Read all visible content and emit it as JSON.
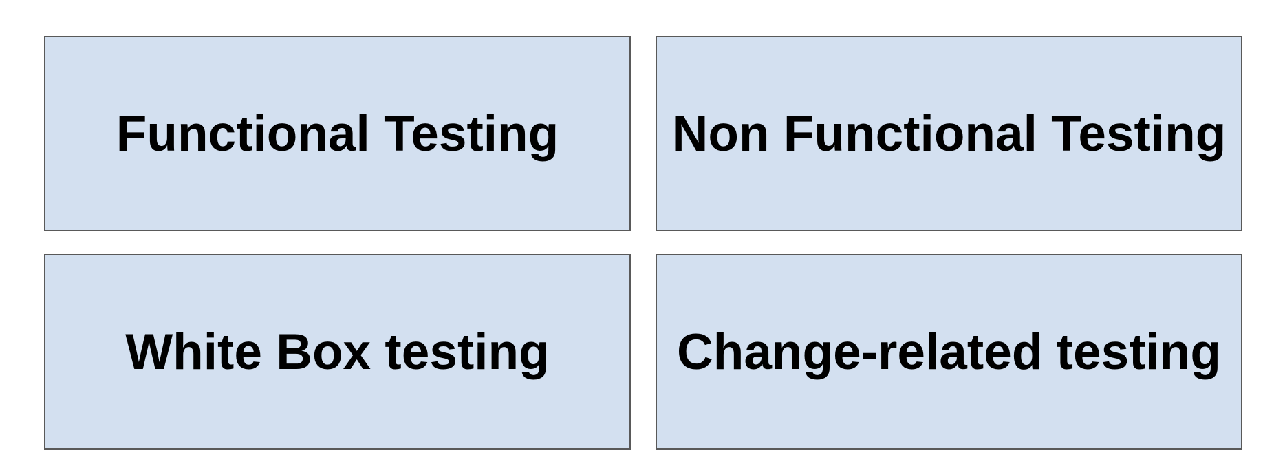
{
  "boxes": [
    {
      "label": "Functional Testing"
    },
    {
      "label": "Non Functional Testing"
    },
    {
      "label": "White Box testing"
    },
    {
      "label": "Change-related testing"
    }
  ],
  "colors": {
    "box_fill": "#d3e0f0",
    "box_border": "#595959",
    "text": "#000000",
    "background": "#ffffff"
  }
}
